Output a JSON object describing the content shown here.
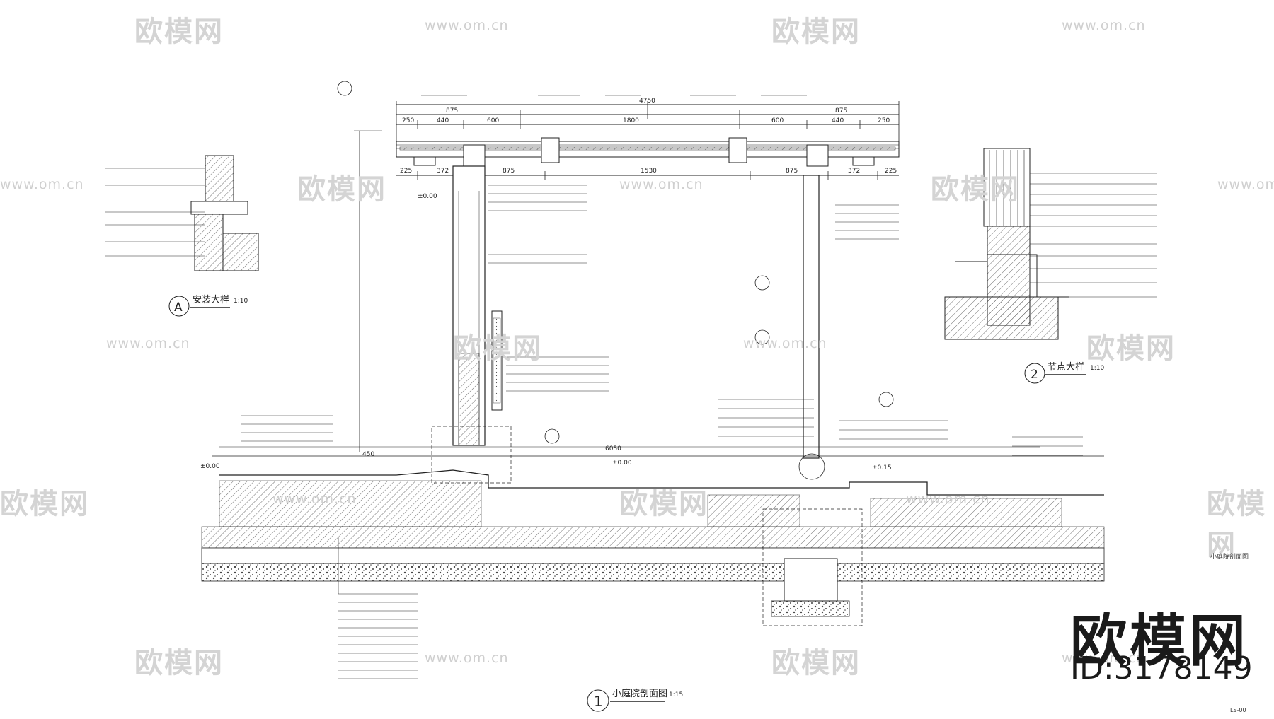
{
  "watermark": {
    "brand": "欧模网",
    "url": "www.om.cn"
  },
  "brand": {
    "name": "欧模网",
    "id": "ID:3178149"
  },
  "views": {
    "main": {
      "num": "1",
      "title": "小庭院剖面图",
      "scale": "1:15"
    },
    "detail_a": {
      "num": "A",
      "title": "安装大样",
      "scale": "1:10"
    },
    "detail_2": {
      "num": "2",
      "title": "节点大样",
      "scale": "1:10"
    }
  },
  "dims": {
    "overall": "4750",
    "top_segments": [
      "250",
      "440",
      "600",
      "1800",
      "600",
      "440",
      "250"
    ],
    "top_halves": [
      "875",
      "875"
    ],
    "mid_segments": [
      "225",
      "372",
      "875",
      "1530",
      "875",
      "372",
      "225"
    ],
    "ground_total": "6050",
    "ground_left": "450",
    "elevations": [
      "±0.00",
      "±0.00",
      "±0.00",
      "±0.15"
    ]
  },
  "sheet_no": "LS-00",
  "side_note": "小庭院剖面图"
}
